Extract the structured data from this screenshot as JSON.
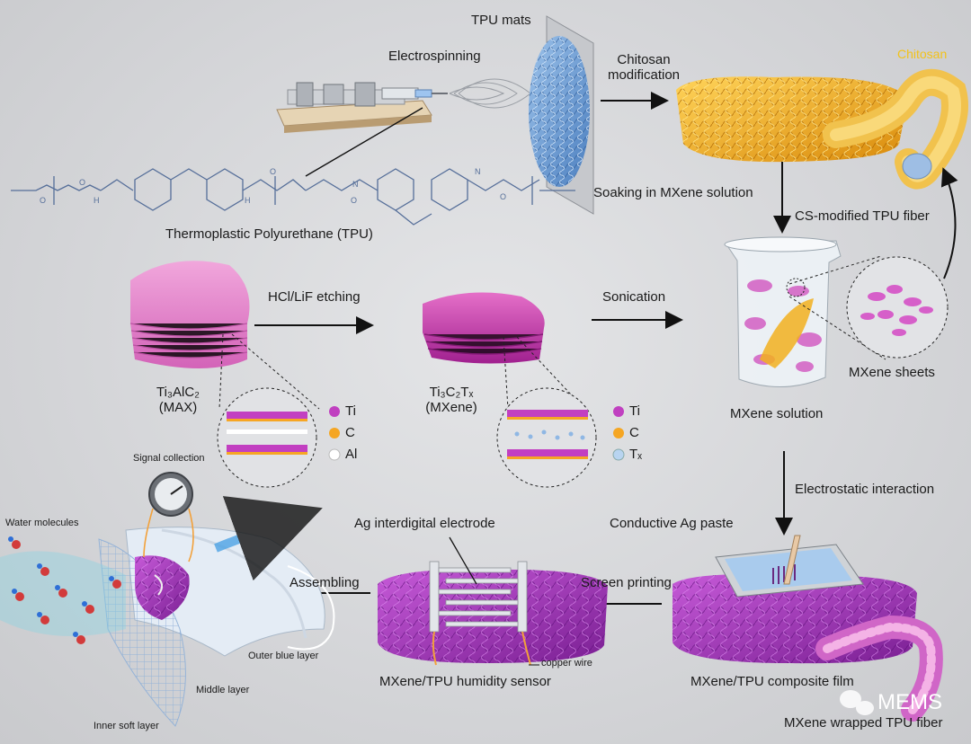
{
  "labels": {
    "tpu_mats": "TPU mats",
    "electrospinning": "Electrospinning",
    "chitosan_modification_1": "Chitosan",
    "chitosan_modification_2": "modification",
    "chitosan_tag": "Chitosan",
    "tpu_name": "Thermoplastic Polyurethane (TPU)",
    "soaking": "Soaking in MXene solution",
    "cs_fiber": "CS-modified TPU fiber",
    "etching": "HCl/LiF etching",
    "sonication": "Sonication",
    "max_formula": "Ti₃AlC₂",
    "max_name": "(MAX)",
    "mxene_formula": "Ti₃C₂Tₓ",
    "mxene_name": "(MXene)",
    "mxene_solution": "MXene solution",
    "mxene_sheets": "MXene sheets",
    "legend1_ti": "Ti",
    "legend1_c": "C",
    "legend1_al": "Al",
    "legend2_ti": "Ti",
    "legend2_c": "C",
    "legend2_tx": "Tₓ",
    "electrostatic": "Electrostatic interaction",
    "signal_collection": "Signal collection",
    "water_molecules": "Water molecules",
    "ag_electrode": "Ag interdigital electrode",
    "ag_paste": "Conductive Ag paste",
    "assembling": "Assembling",
    "screen_printing": "Screen printing",
    "outer_layer": "Outer blue layer",
    "middle_layer": "Middle layer",
    "inner_layer": "Inner soft layer",
    "copper_wire": "copper wire",
    "humidity_sensor": "MXene/TPU humidity sensor",
    "composite_film": "MXene/TPU composite film",
    "wrapped_fiber": "MXene wrapped TPU fiber",
    "watermark": "MEMS"
  },
  "colors": {
    "titanium": "#c040c0",
    "carbon": "#f5a623",
    "aluminum": "#ffffff",
    "tx": "#b8d4f0",
    "chitosan": "#f2b01e",
    "mxene": "#b03cc8",
    "arrow": "#111111"
  }
}
